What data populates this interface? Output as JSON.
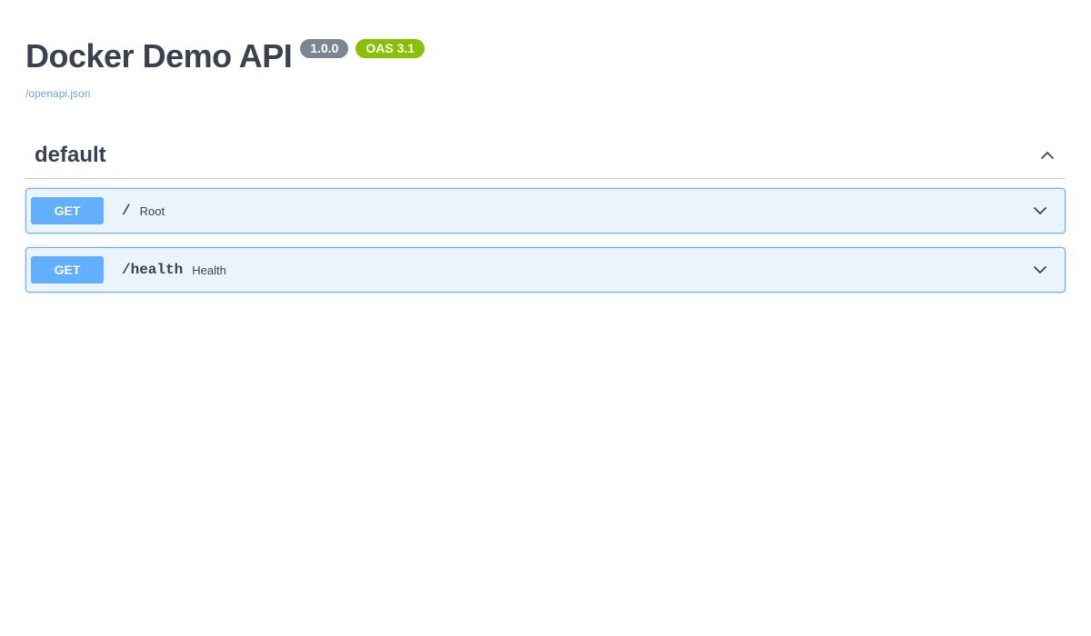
{
  "info": {
    "title": "Docker Demo API",
    "version_badge": "1.0.0",
    "oas_badge": "OAS 3.1",
    "spec_url_label": "/openapi.json"
  },
  "colors": {
    "title": "#3b4151",
    "version_badge_bg": "#7d8492",
    "oas_badge_bg": "#89bf04",
    "get_method": "#61affe",
    "opblock_bg": "#ebf3fb",
    "link": "#6ba5e7",
    "divider": "#cccccc"
  },
  "tags": [
    {
      "name": "default",
      "expanded": true,
      "toggle_icon": "chevron-up-icon",
      "operations": [
        {
          "method": "GET",
          "path": "/",
          "summary": "Root",
          "expanded": false,
          "toggle_icon": "chevron-down-icon"
        },
        {
          "method": "GET",
          "path": "/health",
          "summary": "Health",
          "expanded": false,
          "toggle_icon": "chevron-down-icon"
        }
      ]
    }
  ]
}
